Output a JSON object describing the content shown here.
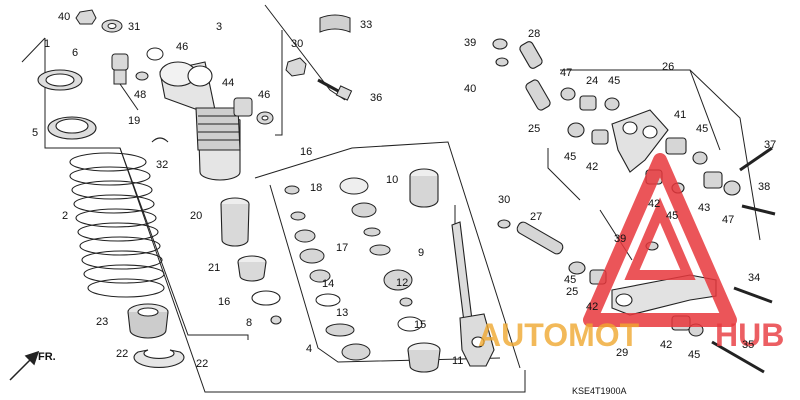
{
  "diagram": {
    "drawing_code": "KSE4T1900A",
    "direction_label": "FR.",
    "callouts": [
      "40",
      "31",
      "3",
      "33",
      "1",
      "6",
      "46",
      "30",
      "39",
      "28",
      "5",
      "48",
      "44",
      "46",
      "36",
      "40",
      "47",
      "24",
      "45",
      "26",
      "19",
      "25",
      "41",
      "45",
      "2",
      "32",
      "16",
      "18",
      "10",
      "45",
      "42",
      "37",
      "20",
      "17",
      "30",
      "27",
      "38",
      "39",
      "9",
      "21",
      "14",
      "12",
      "42",
      "45",
      "43",
      "47",
      "34",
      "16",
      "25",
      "45",
      "8",
      "13",
      "42",
      "23",
      "15",
      "29",
      "4",
      "22",
      "22",
      "11",
      "42",
      "35",
      "45"
    ],
    "part_kinds": [
      "spring",
      "damper",
      "reservoir",
      "nut",
      "washer",
      "bushing",
      "bolt",
      "bearing",
      "linkage",
      "arm",
      "collar",
      "o-ring",
      "oil-seal",
      "bump-rubber"
    ]
  },
  "watermark": {
    "brand_left": "AUTOMOT",
    "brand_right": "HUB",
    "colors": {
      "triangle": "#e8383d",
      "text_red": "#e8383d",
      "text_gold": "#f0a830"
    }
  }
}
